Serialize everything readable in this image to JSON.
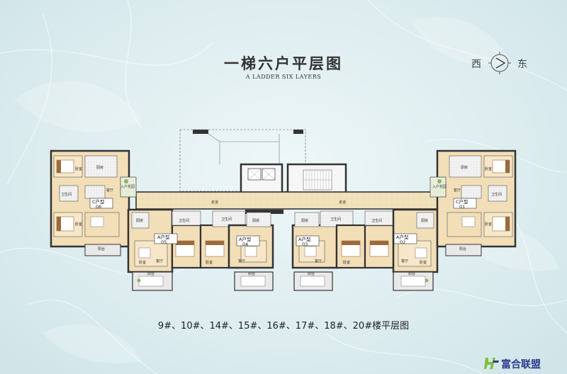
{
  "title": "一梯六户平层图",
  "subtitle": "A LADDER SIX LAYERS",
  "compass": {
    "west": "西",
    "east": "东"
  },
  "corridor_label": "走道",
  "units": [
    {
      "type": "C户型",
      "number": "06"
    },
    {
      "type": "A户型",
      "number": "05"
    },
    {
      "type": "A户型",
      "number": "04"
    },
    {
      "type": "A户型",
      "number": "03"
    },
    {
      "type": "A户型",
      "number": "02"
    },
    {
      "type": "C户型",
      "number": "01"
    }
  ],
  "room_labels": {
    "bedroom": "卧室",
    "living": "客厅",
    "kitchen": "厨房",
    "bath": "卫生间",
    "balcony": "阳台",
    "entry": "入户花园"
  },
  "caption": "9#、10#、14#、15#、16#、17#、18#、20#楼平层图",
  "brand": {
    "name": "富合联盟",
    "color": "#2b3a8c"
  },
  "colors": {
    "floor": "#f4e4c4",
    "wall": "#333333",
    "tile": "#eeeeee",
    "corridor": "#f2e2bc"
  }
}
